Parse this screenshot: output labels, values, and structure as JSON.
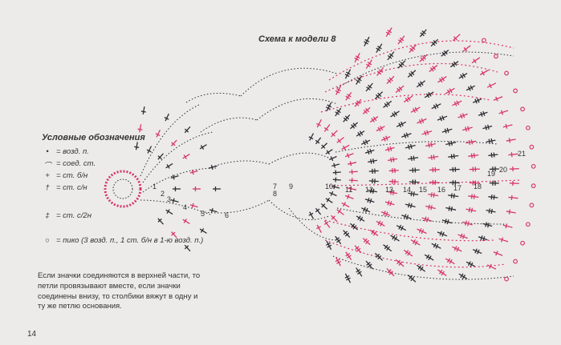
{
  "scheme_title": "Схема к модели 8",
  "legend": {
    "title": "Условные обозначения",
    "items": [
      {
        "symbol": "dot-icon",
        "label": "= возд. п."
      },
      {
        "symbol": "arc-icon",
        "label": "= соед. ст."
      },
      {
        "symbol": "single-crochet-icon",
        "label": "= ст. б/н"
      },
      {
        "symbol": "double-crochet-icon",
        "label": "= ст. с/н"
      },
      {
        "symbol": "treble-crochet-icon",
        "label": "= ст. с/2н"
      },
      {
        "symbol": "picot-icon",
        "label": "= пико (3 возд. п., 1 ст. б/н в 1-ю возд. п.)"
      }
    ]
  },
  "note": "Если значки соединяются в верхней части, то петли провязывают вместе, если значки соединены внизу, то столбики вяжут в одну и ту же петлю основания.",
  "page_number": "14",
  "row_numbers": [
    "1",
    "2",
    "3",
    "4",
    "5",
    "6",
    "7",
    "8",
    "9",
    "10",
    "11",
    "12",
    "13",
    "14",
    "15",
    "16",
    "17",
    "18",
    "19",
    "20",
    "21"
  ],
  "colors": {
    "black_symbols": "#2d2d33",
    "red_symbols": "#d8356a",
    "paper": "#ecebea"
  }
}
